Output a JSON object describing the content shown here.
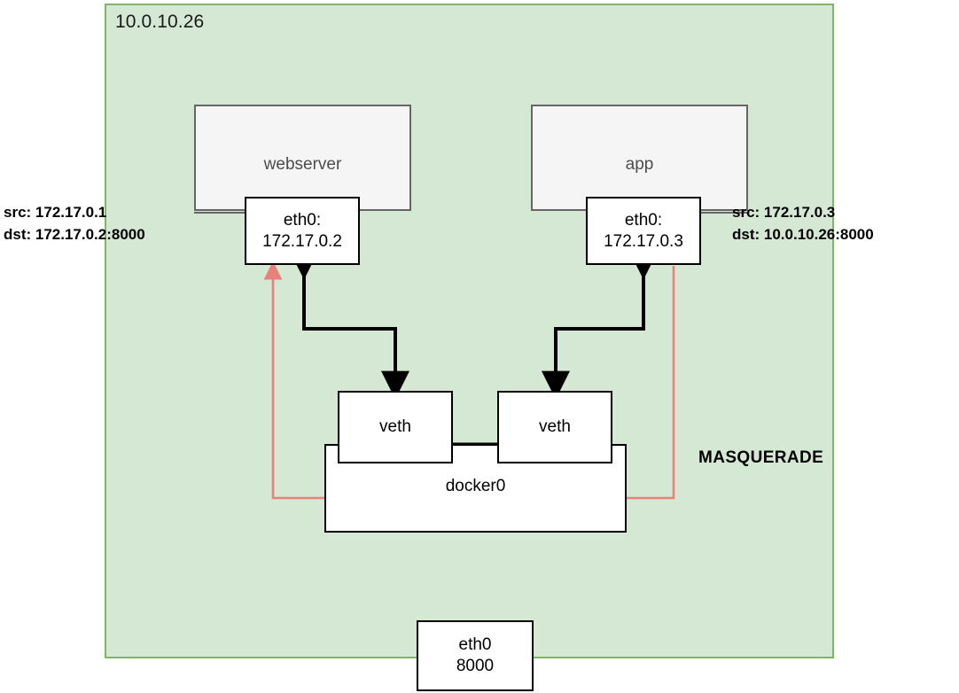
{
  "diagram": {
    "title_label": "10.0.10.26",
    "host": {
      "ip_label": "10.0.10.26",
      "fill_color": "#d5e8d4",
      "border_color": "#82b366"
    },
    "containers": [
      {
        "name": "webserver",
        "label": "webserver"
      },
      {
        "name": "app",
        "label": "app"
      }
    ],
    "interfaces": [
      {
        "name": "webserver-eth0",
        "label": "eth0:\n172.17.0.2"
      },
      {
        "name": "app-eth0",
        "label": "eth0:\n172.17.0.3"
      },
      {
        "name": "host-eth0",
        "label": "eth0\n8000"
      }
    ],
    "veths": [
      {
        "name": "veth-left",
        "label": "veth"
      },
      {
        "name": "veth-right",
        "label": "veth"
      }
    ],
    "bridge": {
      "name": "docker0",
      "label": "docker0"
    },
    "annotations": {
      "left_packet": "src: 172.17.0.1\ndst: 172.17.0.2:8000",
      "right_packet": "src: 172.17.0.3\ndst: 10.0.10.26:8000",
      "masquerade": "MASQUERADE"
    },
    "colors": {
      "host_fill": "#d5e8d4",
      "host_border": "#82b366",
      "container_fill": "#f5f5f5",
      "container_border": "#666666",
      "box_fill": "#ffffff",
      "box_border": "#000000",
      "flow_red": "#e8807c",
      "flow_black": "#000000"
    }
  }
}
